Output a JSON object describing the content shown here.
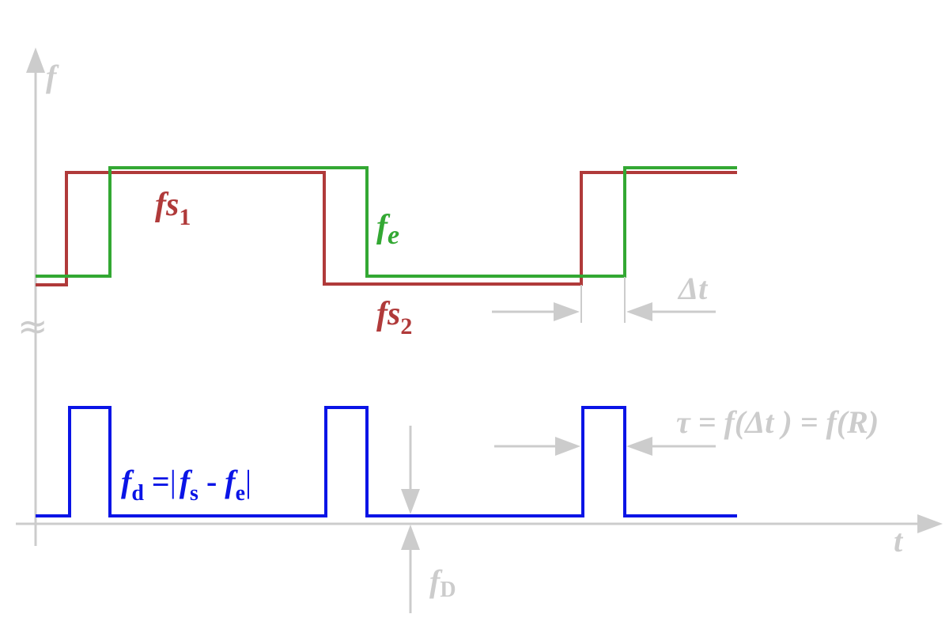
{
  "axes": {
    "y_label": "f",
    "x_label": "t"
  },
  "curves": {
    "fs": {
      "name": "f",
      "sub1": "s",
      "sub1_index": "1",
      "sub2_index": "2"
    },
    "fe": {
      "name": "f",
      "sub": "e"
    },
    "fd": {
      "name": "f",
      "sub": "d",
      "equals": " =",
      "bar_left": "|",
      "term1": "f",
      "term1_sub": "s",
      "minus": " - ",
      "term2": "f",
      "term2_sub": "e",
      "bar_right": "|"
    }
  },
  "annotations": {
    "delta_t": "Δt",
    "tau": "τ = f(Δt ) = f(R)",
    "fD": "f",
    "fD_sub": "D",
    "break_symbol": "≈"
  },
  "colors": {
    "fs": "#b03a3a",
    "fe": "#33a833",
    "fd": "#0a14e6",
    "axis": "#cccccc"
  }
}
